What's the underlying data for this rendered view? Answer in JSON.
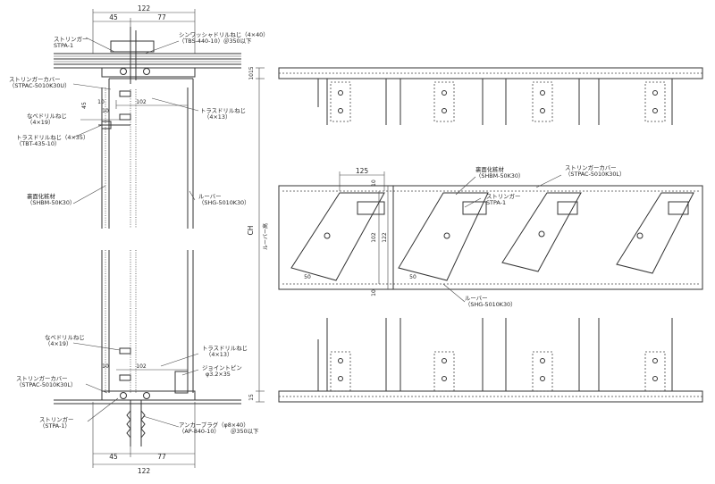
{
  "left": {
    "dims": {
      "top_total": "122",
      "top_a": "45",
      "top_b": "77",
      "bot_a": "45",
      "bot_b": "77",
      "bot_total": "122",
      "d102_top": "102",
      "d102_bot": "102",
      "d10_t1": "10",
      "d10_t2": "10",
      "d10_b": "10",
      "d45": "45",
      "d1015": "1015",
      "d15": "15",
      "ch": "CH",
      "ch_sub": "ルーバー高"
    },
    "labels": {
      "stringer_t": "ストリンガー",
      "stringer_t_code": "STPA-1",
      "screw_t": "シンワッシャドリルねじ（4×40）",
      "screw_t_code": "（TBS-440-10）",
      "screw_t_pitch": "＠350以下",
      "cover_t": "ストリンガーカバー",
      "cover_t_code": "（STPAC-5010K30U）",
      "truss_t": "トラスドリルねじ",
      "truss_t_size": "（4×13）",
      "nabe_t": "なべドリルねじ",
      "nabe_t_size": "（4×19）",
      "truss2": "トラスドリルねじ（4×35）",
      "truss2_code": "（TBT-435-10）",
      "back": "裏面化粧材",
      "back_code": "（SHBM-50K30）",
      "louver": "ルーバー",
      "louver_code": "（SHG-5010K30）",
      "nabe_b": "なべドリルねじ",
      "nabe_b_size": "（4×19）",
      "truss_b": "トラスドリルねじ",
      "truss_b_size": "（4×13）",
      "joint": "ジョイントピン",
      "joint_size": "φ3.2×35",
      "cover_b": "ストリンガーカバー",
      "cover_b_code": "（STPAC-5010K30L）",
      "stringer_b": "ストリンガー",
      "stringer_b_code": "（STPA-1）",
      "anchor": "アンカープラグ（φ8×40）",
      "anchor_code": "（AP-840-10）",
      "anchor_pitch": "＠350以下"
    }
  },
  "right": {
    "dims": {
      "d125": "125",
      "d10a": "10",
      "d102": "102",
      "d122": "122",
      "d10b": "10",
      "d50a": "50",
      "d50b": "50"
    },
    "labels": {
      "back": "裏面化粧材",
      "back_code": "（SHBM-50K30）",
      "stringer": "ストリンガー",
      "stringer_code": "STPA-1",
      "cover": "ストリンガーカバー",
      "cover_code": "（STPAC-5010K30L）",
      "louver": "ルーバー",
      "louver_code": "（SHG-5010K30）"
    }
  }
}
